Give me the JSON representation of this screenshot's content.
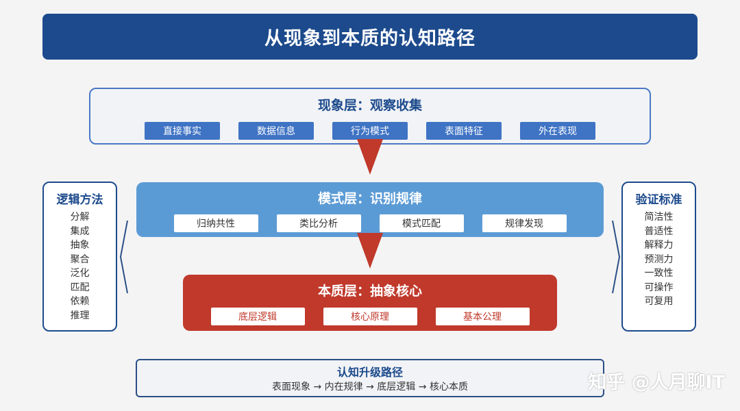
{
  "title": "从现象到本质的认知路径",
  "phenomenon_layer": {
    "title": "现象层：观察收集",
    "items": [
      "直接事实",
      "数据信息",
      "行为模式",
      "表面特征",
      "外在表现"
    ]
  },
  "pattern_layer": {
    "title": "模式层：识别规律",
    "items": [
      "归纳共性",
      "类比分析",
      "模式匹配",
      "规律发现"
    ]
  },
  "essence_layer": {
    "title": "本质层：抽象核心",
    "items": [
      "底层逻辑",
      "核心原理",
      "基本公理"
    ]
  },
  "logic_methods": {
    "title": "逻辑方法",
    "items": [
      "分解",
      "集成",
      "抽象",
      "聚合",
      "泛化",
      "匹配",
      "依赖",
      "推理"
    ]
  },
  "validation_standards": {
    "title": "验证标准",
    "items": [
      "简洁性",
      "普适性",
      "解释力",
      "预测力",
      "一致性",
      "可操作",
      "可复用"
    ]
  },
  "upgrade_path": {
    "title": "认知升级路径",
    "steps": "表面现象 → 内在规律 → 底层逻辑 → 核心本质"
  },
  "watermark": "知乎 @人月聊IT",
  "colors": {
    "title_bar": "#1c4a8c",
    "phenomenon_chip": "#3f73c4",
    "pattern_layer": "#5b9bd5",
    "essence_layer": "#c0392b",
    "arrow": "#c0392b"
  }
}
